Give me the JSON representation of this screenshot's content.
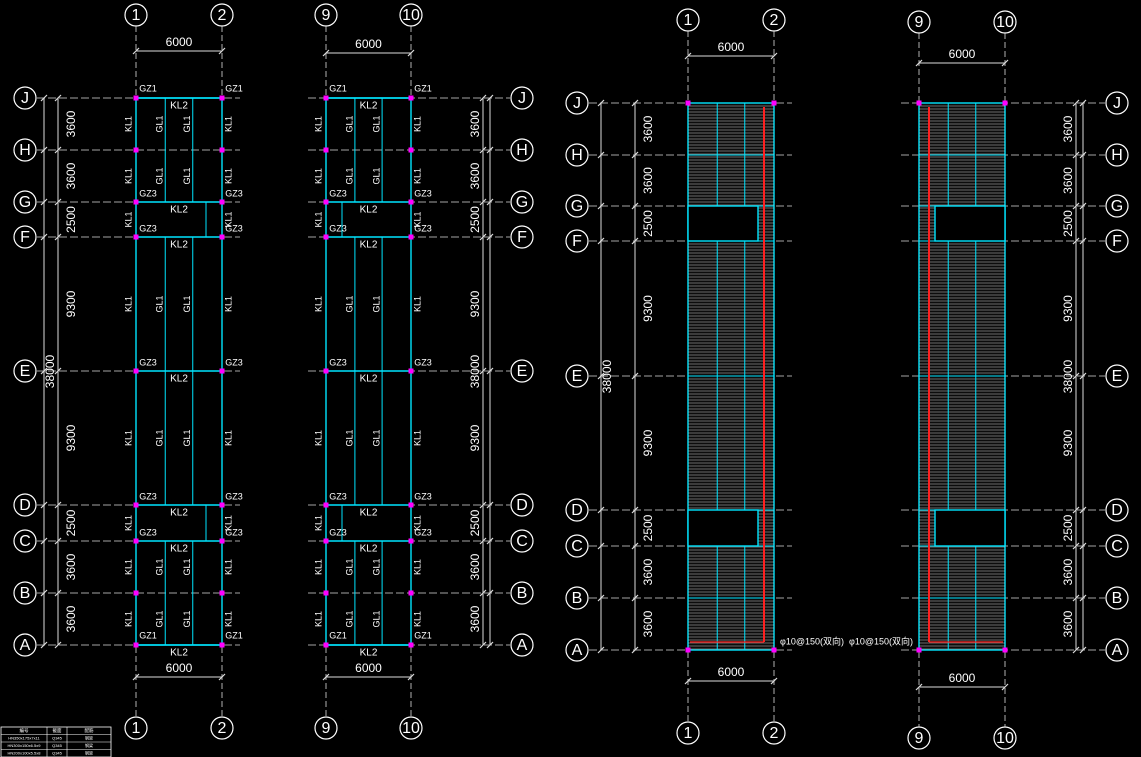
{
  "panels": [
    {
      "id": "plan-1-2",
      "cols": [
        "1",
        "2"
      ],
      "kind": "beam",
      "beam_labels": {
        "top": "KL2",
        "bottom": "KL2",
        "G": "KL2",
        "F": "KL2",
        "E": "KL2",
        "D": "KL2",
        "C": "KL2"
      },
      "side_label": "KL1",
      "secondary_label": "GL1",
      "column_labels": {
        "corner": "GZ1",
        "mid": "GZ3"
      }
    },
    {
      "id": "plan-9-10",
      "cols": [
        "9",
        "10"
      ],
      "kind": "beam",
      "beam_labels": {
        "top": "KL2",
        "bottom": "KL2",
        "G": "KL2",
        "F": "KL2",
        "E": "KL2",
        "D": "KL2",
        "C": "KL2"
      },
      "side_label": "KL1",
      "secondary_label": "GL1",
      "column_labels": {
        "corner": "GZ1",
        "mid": "GZ3"
      }
    },
    {
      "id": "slab-1-2",
      "cols": [
        "1",
        "2"
      ],
      "kind": "slab",
      "rebar_label": "φ10@150(双向)"
    },
    {
      "id": "slab-9-10",
      "cols": [
        "9",
        "10"
      ],
      "kind": "slab",
      "rebar_label": "φ10@150(双向)"
    }
  ],
  "rows": [
    "J",
    "H",
    "G",
    "F",
    "E",
    "D",
    "C",
    "B",
    "A"
  ],
  "row_spacings": [
    "3600",
    "3600",
    "2500",
    "9300",
    "9300",
    "2500",
    "3600",
    "3600"
  ],
  "total_length": "38000",
  "span_width": "6000",
  "legend_table": {
    "headers": [
      "编号",
      "截面",
      "配筋"
    ],
    "rows": [
      [
        "HN350x175x7x11",
        "Q345",
        "钢梁"
      ],
      [
        "HN300x150x6.5x9",
        "Q345",
        "钢梁"
      ],
      [
        "HN200x100x5.5x8",
        "Q345",
        "钢梁"
      ]
    ]
  },
  "colors": {
    "background": "#000000",
    "structure": "#00e5ff",
    "dimension": "#dcdcdc",
    "rebar": "#ff2020",
    "column_mark": "#ff00ff",
    "text": "#ffffff",
    "slab_hatch": "#c8c8c8"
  }
}
